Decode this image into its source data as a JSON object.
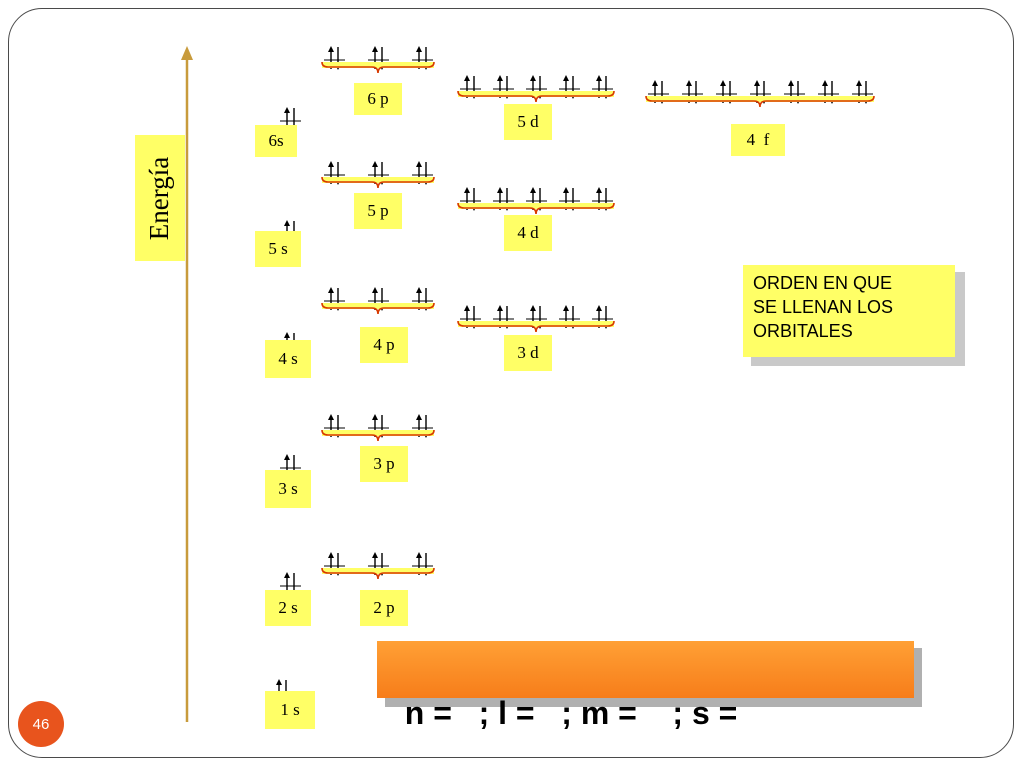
{
  "axis": {
    "label": "Energía"
  },
  "colors": {
    "label_bg": "#ffff66",
    "brace": "#d83a00",
    "arrow": "#000000",
    "axis": "#c89b3c",
    "badge": "#e8541d",
    "quantum_box": "#f7901e"
  },
  "sublevels": [
    {
      "id": "1s",
      "label": "1 s",
      "orbitals": 1,
      "electrons": 2
    },
    {
      "id": "2s",
      "label": "2 s",
      "orbitals": 1,
      "electrons": 2
    },
    {
      "id": "2p",
      "label": "2 p",
      "orbitals": 3,
      "electrons": 6
    },
    {
      "id": "3s",
      "label": "3 s",
      "orbitals": 1,
      "electrons": 2
    },
    {
      "id": "3p",
      "label": "3 p",
      "orbitals": 3,
      "electrons": 6
    },
    {
      "id": "4s",
      "label": "4 s",
      "orbitals": 1,
      "electrons": 2
    },
    {
      "id": "3d",
      "label": "3 d",
      "orbitals": 5,
      "electrons": 10
    },
    {
      "id": "4p",
      "label": "4 p",
      "orbitals": 3,
      "electrons": 6
    },
    {
      "id": "5s",
      "label": "5 s",
      "orbitals": 1,
      "electrons": 2
    },
    {
      "id": "4d",
      "label": "4 d",
      "orbitals": 5,
      "electrons": 10
    },
    {
      "id": "5p",
      "label": "5 p",
      "orbitals": 3,
      "electrons": 6
    },
    {
      "id": "6s",
      "label": "6s",
      "orbitals": 1,
      "electrons": 2
    },
    {
      "id": "4f",
      "label": "4  f",
      "orbitals": 7,
      "electrons": 14
    },
    {
      "id": "5d",
      "label": "5 d",
      "orbitals": 5,
      "electrons": 10
    },
    {
      "id": "6p",
      "label": "6 p",
      "orbitals": 3,
      "electrons": 6
    }
  ],
  "order_box": {
    "lines": [
      "ORDEN EN QUE",
      "SE LLENAN LOS",
      "ORBITALES"
    ]
  },
  "quantum_numbers": {
    "text": "n =   ; l =   ; m =    ; s ="
  },
  "page_number": "46"
}
